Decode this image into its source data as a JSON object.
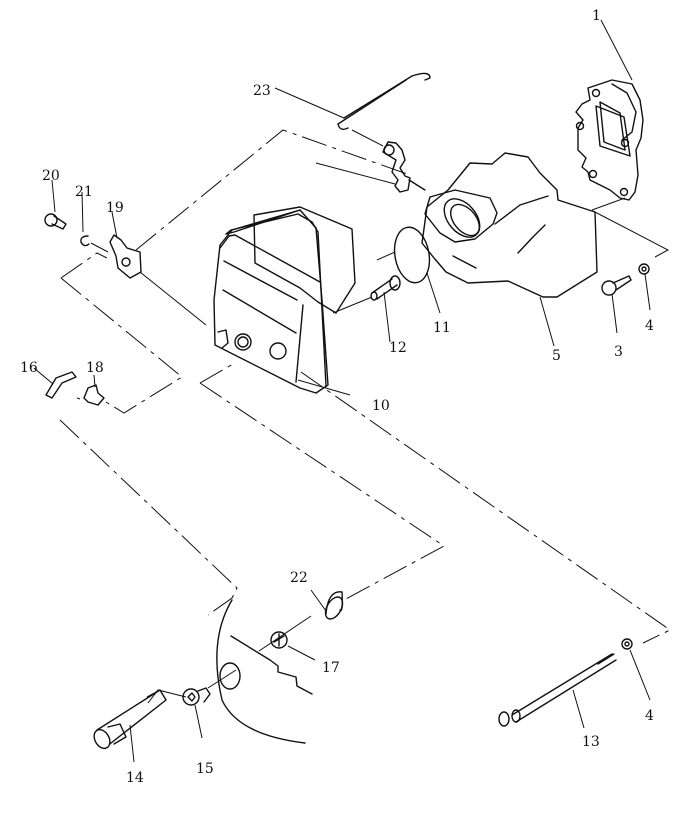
{
  "diagram": {
    "type": "exploded-parts-diagram",
    "parts": [
      {
        "id": "1",
        "label": "1"
      },
      {
        "id": "3",
        "label": "3"
      },
      {
        "id": "4a",
        "label": "4"
      },
      {
        "id": "4b",
        "label": "4"
      },
      {
        "id": "5",
        "label": "5"
      },
      {
        "id": "10",
        "label": "10"
      },
      {
        "id": "11",
        "label": "11"
      },
      {
        "id": "12",
        "label": "12"
      },
      {
        "id": "13",
        "label": "13"
      },
      {
        "id": "14",
        "label": "14"
      },
      {
        "id": "15",
        "label": "15"
      },
      {
        "id": "16",
        "label": "16"
      },
      {
        "id": "17",
        "label": "17"
      },
      {
        "id": "18",
        "label": "18"
      },
      {
        "id": "19",
        "label": "19"
      },
      {
        "id": "20",
        "label": "20"
      },
      {
        "id": "21",
        "label": "21"
      },
      {
        "id": "22",
        "label": "22"
      },
      {
        "id": "23",
        "label": "23"
      }
    ]
  },
  "colors": {
    "line": "#111111",
    "background": "#ffffff"
  }
}
